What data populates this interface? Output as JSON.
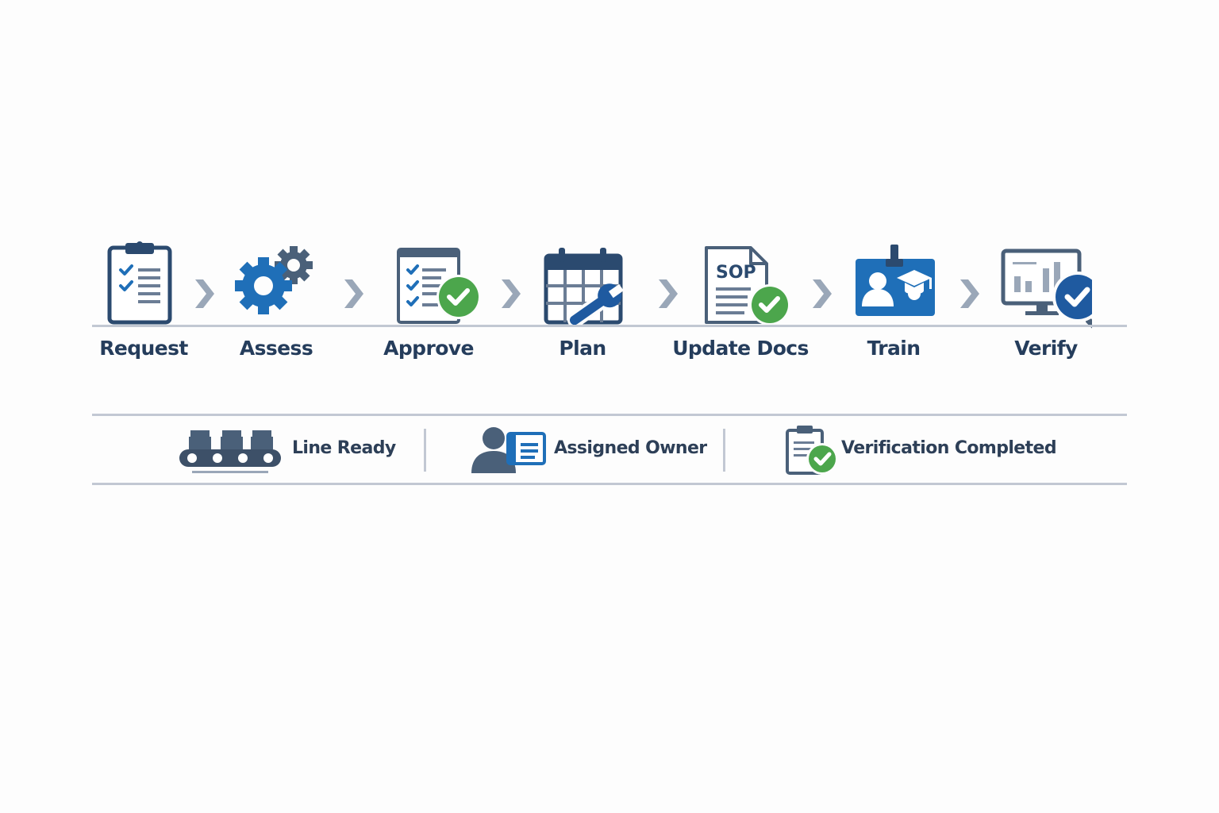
{
  "colors": {
    "navy": "#2b4a6f",
    "blue": "#1f6fb8",
    "slate": "#4a6079",
    "green": "#4ca64c",
    "gray_chevron": "#9aa7b8",
    "rule": "#c2c8d3",
    "label": "#253d5c"
  },
  "process": {
    "steps": [
      {
        "label": "Request",
        "icon": "clipboard-checklist-icon"
      },
      {
        "label": "Assess",
        "icon": "gears-icon"
      },
      {
        "label": "Approve",
        "icon": "approved-checklist-icon"
      },
      {
        "label": "Plan",
        "icon": "calendar-wrench-icon"
      },
      {
        "label": "Update Docs",
        "icon": "sop-document-icon"
      },
      {
        "label": "Train",
        "icon": "training-badge-icon"
      },
      {
        "label": "Verify",
        "icon": "monitor-verify-icon"
      }
    ],
    "connector_icon": "chevron-right-icon"
  },
  "status": {
    "items": [
      {
        "label": "Line Ready",
        "icon": "conveyor-icon"
      },
      {
        "label": "Assigned Owner",
        "icon": "owner-card-icon"
      },
      {
        "label": "Verification Completed",
        "icon": "clipboard-check-icon"
      }
    ]
  }
}
